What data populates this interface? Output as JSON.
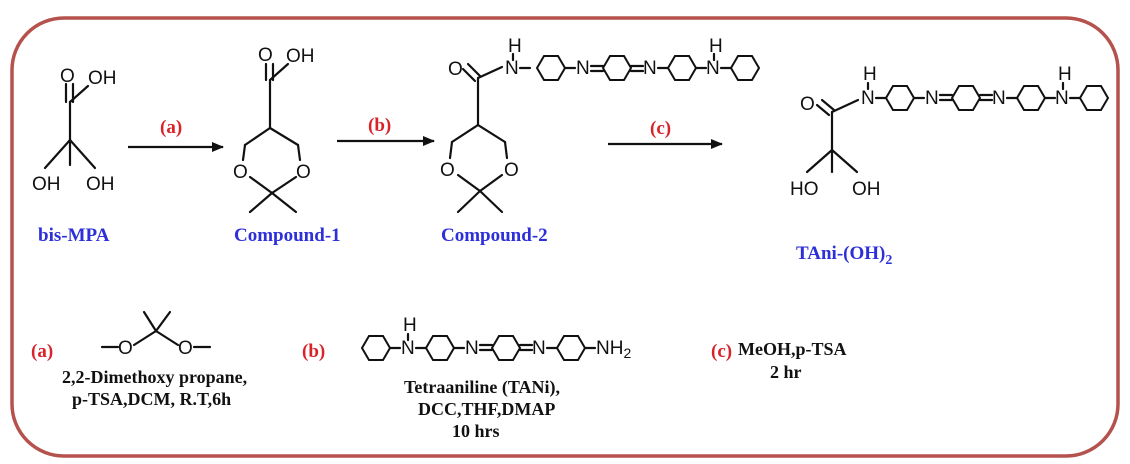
{
  "atoms": {
    "O": "O",
    "OH": "OH",
    "H": "H",
    "N": "N",
    "HO": "HO",
    "NH2": "NH",
    "two": "2"
  },
  "compounds": {
    "bis_mpa": "bis-MPA",
    "compound1": "Compound-1",
    "compound2": "Compound-2",
    "tani_oh2_main": "TAni-(OH)",
    "tani_oh2_sub": "2"
  },
  "steps": {
    "a": "(a)",
    "b": "(b)",
    "c": "(c)"
  },
  "conditions": {
    "a_line1": "2,2-Dimethoxy propane,",
    "a_line2": "p-TSA,DCM, R.T,6h",
    "b_line1": "Tetraaniline (TANi),",
    "b_line2": "DCC,THF,DMAP",
    "b_line3": "10 hrs",
    "c_line1": "MeOH,p-TSA",
    "c_line2": "2 hr"
  },
  "colors": {
    "frame": "#b5524d",
    "compound_label": "#2d2fd8",
    "step_label": "#d8232a"
  }
}
